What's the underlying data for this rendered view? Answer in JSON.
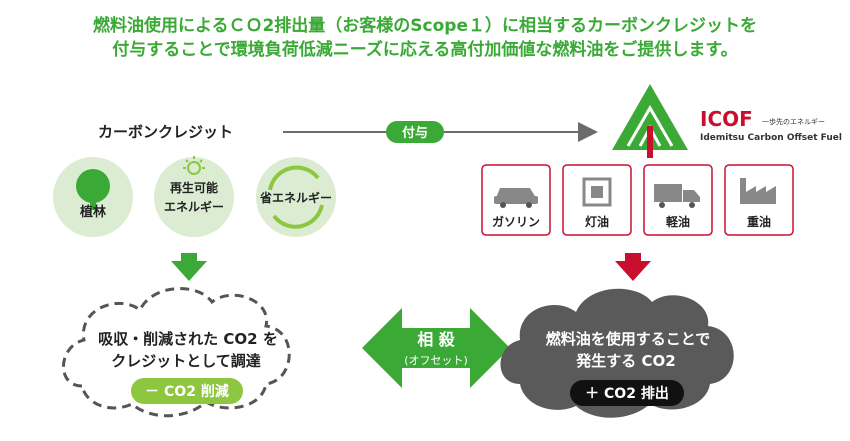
{
  "headline": {
    "line1": "燃料油使用によるＣＯ2排出量（お客様のScope１）に相当するカーボンクレジットを",
    "line2": "付与することで環境負荷低減ニーズに応える高付加価値な燃料油をご提供します。"
  },
  "left": {
    "title": "カーボンクレジット",
    "sources": [
      {
        "label": "植林",
        "icon": "tree-icon"
      },
      {
        "label": "再生可能\nエネルギー",
        "icon": "sun-icon"
      },
      {
        "label": "省エネルギー",
        "icon": "recycle-icon"
      }
    ],
    "cloud_text_line1": "吸収・削減された CO2 を",
    "cloud_text_line2": "クレジットとして調達",
    "badge": "－ CO2 削減"
  },
  "grant_label": "付与",
  "offset": {
    "line1": "相 殺",
    "line2": "(オフセット)"
  },
  "right": {
    "brand": "ICOF",
    "brand_tagline": "一歩先のエネルギー",
    "brand_full": "Idemitsu Carbon Offset Fuel",
    "fuels": [
      {
        "label": "ガソリン",
        "icon": "car-icon"
      },
      {
        "label": "灯油",
        "icon": "heater-icon"
      },
      {
        "label": "軽油",
        "icon": "truck-icon"
      },
      {
        "label": "重油",
        "icon": "factory-icon"
      }
    ],
    "cloud_text_line1": "燃料油を使用することで",
    "cloud_text_line2": "発生する CO2",
    "badge": "＋ CO2 排出"
  },
  "colors": {
    "green": "#3aa935",
    "red": "#c8102e",
    "gray": "#5a5a5a",
    "lightgreen": "#dbecd2"
  }
}
